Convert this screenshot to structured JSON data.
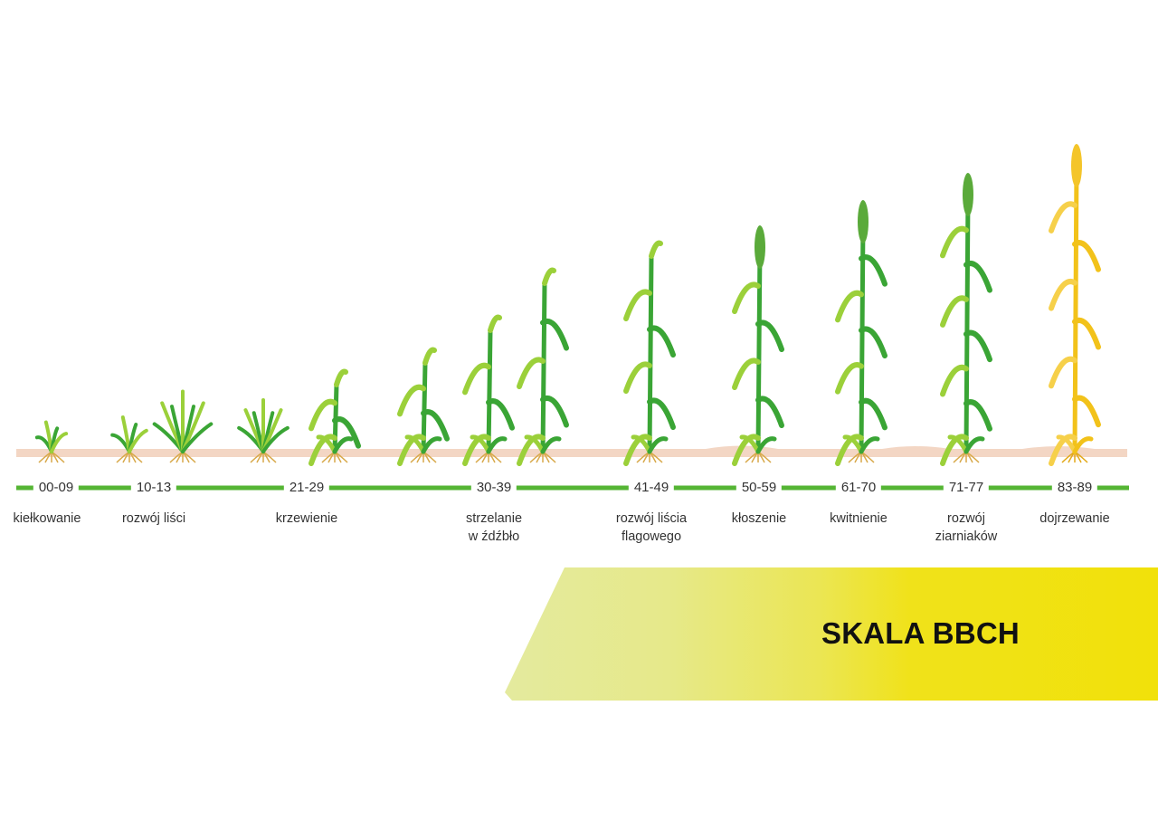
{
  "title": "SKALA BBCH",
  "colors": {
    "leaf": "#3aa535",
    "leaf_light": "#9bd03a",
    "ripe": "#f2c21a",
    "ground": "#f3d6c4",
    "line": "#55b534",
    "banner_start": "#e4ea9e",
    "banner_end": "#f1e10a"
  },
  "stages": [
    {
      "code": "00-09",
      "label_lines": [
        "kiełkowanie"
      ]
    },
    {
      "code": "10-13",
      "label_lines": [
        "rozwój liści"
      ]
    },
    {
      "code": "21-29",
      "label_lines": [
        "krzewienie"
      ]
    },
    {
      "code": "30-39",
      "label_lines": [
        "strzelanie",
        "w źdźbło"
      ]
    },
    {
      "code": "41-49",
      "label_lines": [
        "rozwój liścia",
        "flagowego"
      ]
    },
    {
      "code": "50-59",
      "label_lines": [
        "kłoszenie"
      ]
    },
    {
      "code": "61-70",
      "label_lines": [
        "kwitnienie"
      ]
    },
    {
      "code": "71-77",
      "label_lines": [
        "rozwój",
        "ziarniaków"
      ]
    },
    {
      "code": "83-89",
      "label_lines": [
        "dojrzewanie"
      ]
    }
  ],
  "plants": [
    {
      "kind": "seedling",
      "ripe": false
    },
    {
      "kind": "seedling2",
      "ripe": false
    },
    {
      "kind": "young",
      "ripe": false
    },
    {
      "kind": "tuft",
      "ripe": false
    },
    {
      "kind": "tiller",
      "ripe": false
    },
    {
      "kind": "stem_small",
      "ripe": false
    },
    {
      "kind": "stem_mid",
      "ripe": false
    },
    {
      "kind": "stem_tall",
      "ripe": false
    },
    {
      "kind": "flag",
      "ripe": false
    },
    {
      "kind": "heading",
      "ripe": false
    },
    {
      "kind": "flowering",
      "ripe": false
    },
    {
      "kind": "grain",
      "ripe": false
    },
    {
      "kind": "ripening",
      "ripe": true
    }
  ]
}
